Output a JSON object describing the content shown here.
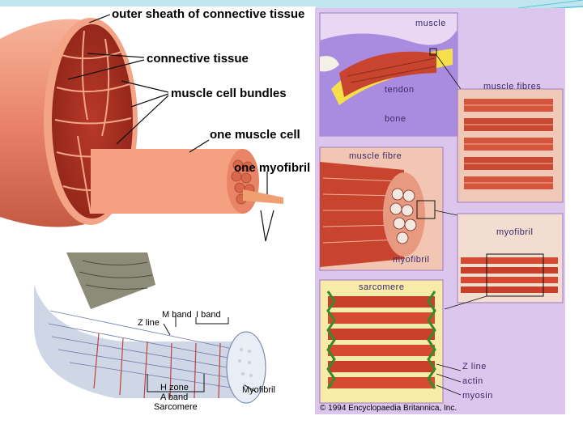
{
  "colors": {
    "muscle_red": "#b8392a",
    "muscle_light": "#f08a6a",
    "panel_lavender": "#dcc6ee",
    "tendon_yellow": "#f5e04a",
    "decor_teal": "#5fc3d6"
  },
  "top_left_diagram": {
    "labels": {
      "outer_sheath": "outer sheath of connective tissue",
      "connective_tissue": "connective tissue",
      "cell_bundles": "muscle cell bundles",
      "muscle_cell": "one muscle cell",
      "myofibril": "one myofibril"
    }
  },
  "bottom_left_diagram": {
    "labels": {
      "m_band": "M band",
      "i_band": "I band",
      "z_line": "Z line",
      "h_zone": "H zone",
      "a_band": "A band",
      "sarcomere": "Sarcomere",
      "myofibril": "Myofibril"
    }
  },
  "right_diagram": {
    "labels": {
      "muscle": "muscle",
      "tendon": "tendon",
      "bone": "bone",
      "muscle_fibres": "muscle fibres",
      "muscle_fibre": "muscle fibre",
      "myofibril_top": "myofibril",
      "myofibril_bottom": "myofibril",
      "sarcomere": "sarcomere",
      "z_line": "Z line",
      "actin": "actin",
      "myosin": "myosin",
      "copyright": "© 1994 Encyclopaedia Britannica, Inc."
    }
  }
}
